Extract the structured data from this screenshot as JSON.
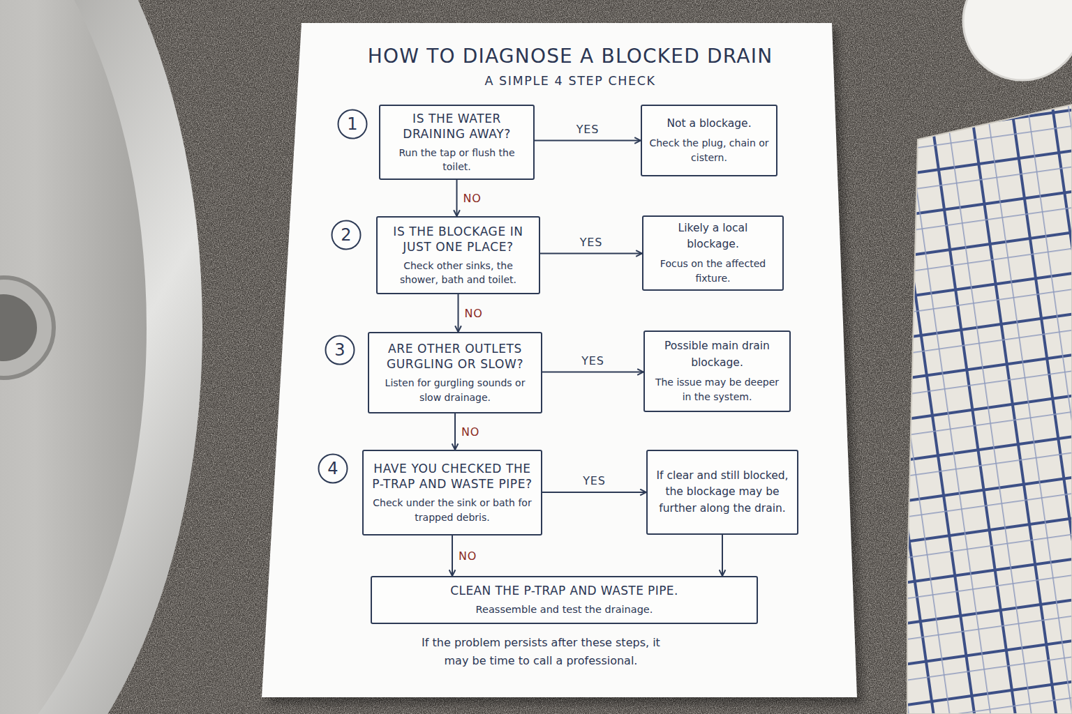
{
  "diagram": {
    "title": "HOW TO DIAGNOSE A BLOCKED DRAIN",
    "caption": "If the problem persists after these steps, it may be time to call a professional.",
    "nodes": [
      {
        "text": [
          "1"
        ]
      },
      {
        "text": [
          "IS THE WATER DRAINING AWAY?",
          "Run the tap or flush the toilet."
        ]
      },
      {
        "text": [
          "Not a blockage.",
          "Check the plug, chain or cistern."
        ]
      },
      {
        "text": [
          "2"
        ]
      },
      {
        "text": [
          "IS THE BLOCKAGE IN JUST ONE PLACE?",
          "Check other sinks, the shower, bath and toilet."
        ]
      },
      {
        "text": [
          "Likely a local blockage.",
          "Focus on the affected fixture."
        ]
      },
      {
        "text": [
          "3"
        ]
      },
      {
        "text": [
          "ARE OTHER OUTLETS GURGLING OR SLOW?",
          "Listen for gurgling sounds or slow drainage."
        ]
      },
      {
        "text": [
          "Possible main drain blockage.",
          "The issue may be deeper in the system."
        ]
      },
      {
        "text": [
          "4"
        ]
      },
      {
        "text": [
          "HAVE YOU CHECKED THE P-TRAP AND WASTE PIPE?",
          "Check under the sink or bath for trapped debris."
        ]
      },
      {
        "text": [
          "If clear and still blocked, the blockage may be further along the drain."
        ]
      },
      {
        "text": [
          "CLEAN THE P-TRAP AND WASTE PIPE.",
          "Reassemble and test the drainage."
        ]
      }
    ],
    "edges": [
      {
        "from": 1,
        "to": 2,
        "label": "YES",
        "arrow": "to"
      },
      {
        "from": 1,
        "to": 4,
        "label": "NO",
        "arrow": "to"
      },
      {
        "from": 4,
        "to": 5,
        "label": "YES",
        "arrow": "to"
      },
      {
        "from": 4,
        "to": 7,
        "label": "NO",
        "arrow": "to"
      },
      {
        "from": 7,
        "to": 8,
        "label": "YES",
        "arrow": "to"
      },
      {
        "from": 7,
        "to": 10,
        "label": "NO",
        "arrow": "to"
      },
      {
        "from": 10,
        "to": 11,
        "label": "YES",
        "arrow": "to"
      },
      {
        "from": 10,
        "to": 12,
        "label": "NO",
        "arrow": "to"
      },
      {
        "from": 11,
        "to": 12,
        "arrow": "to"
      }
    ],
    "labels": [
      "A SIMPLE 4 STEP CHECK"
    ]
  }
}
